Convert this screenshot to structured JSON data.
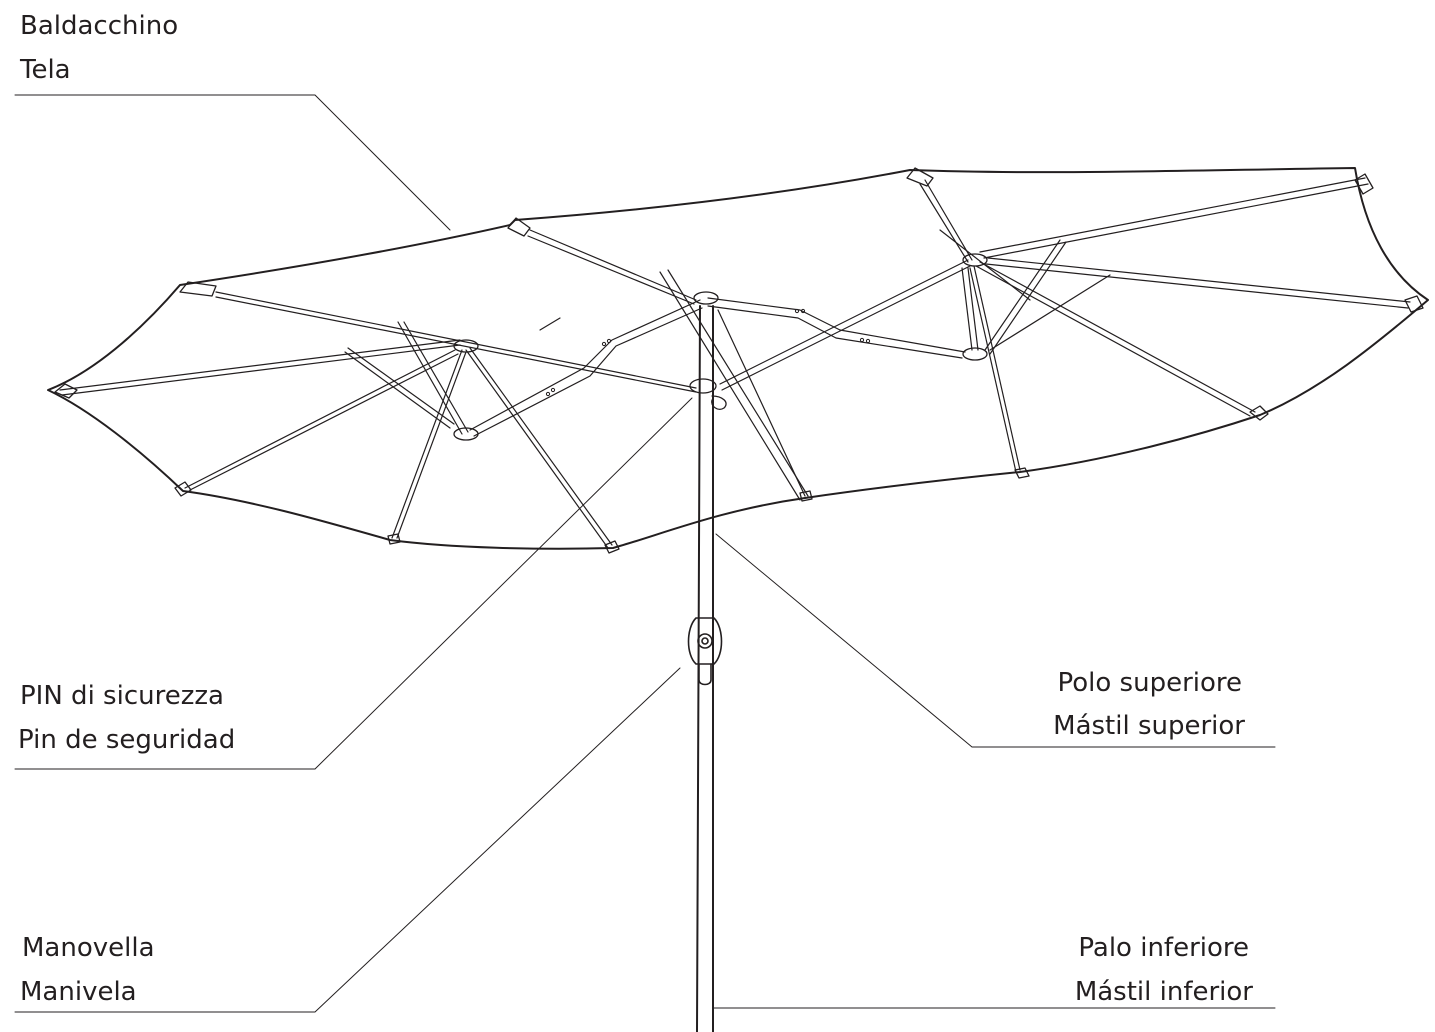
{
  "labels": {
    "canopy": {
      "it": "Baldacchino",
      "es": "Tela"
    },
    "safety_pin": {
      "it": "PIN di sicurezza",
      "es": "Pin de seguridad"
    },
    "crank": {
      "it": "Manovella",
      "es": "Manivela"
    },
    "upper_pole": {
      "it": "Polo superiore",
      "es": "Mástil superior"
    },
    "lower_pole": {
      "it": "Palo inferiore",
      "es": "Mástil inferior"
    }
  },
  "colors": {
    "line": "#231f20",
    "background": "#ffffff"
  }
}
